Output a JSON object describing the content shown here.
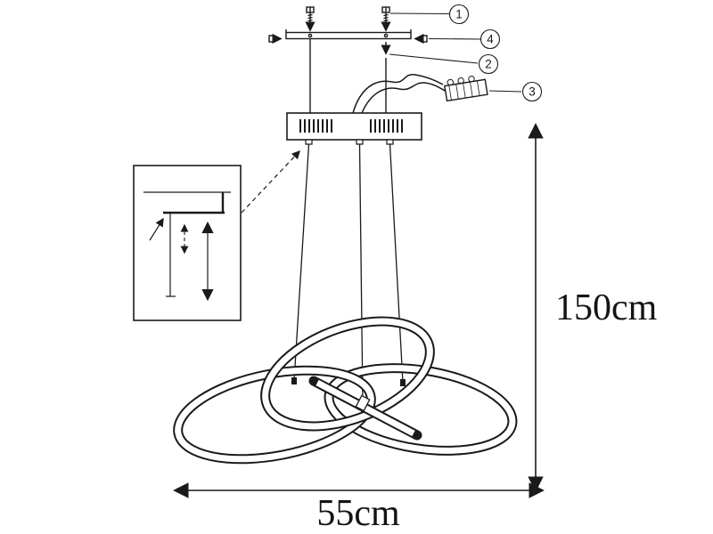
{
  "diagram": {
    "dimensions": {
      "height": "150cm",
      "width": "55cm"
    },
    "callouts": [
      {
        "number": "1"
      },
      {
        "number": "4"
      },
      {
        "number": "2"
      },
      {
        "number": "3"
      }
    ],
    "colors": {
      "line": "#1a1a1a",
      "background": "#ffffff"
    }
  }
}
